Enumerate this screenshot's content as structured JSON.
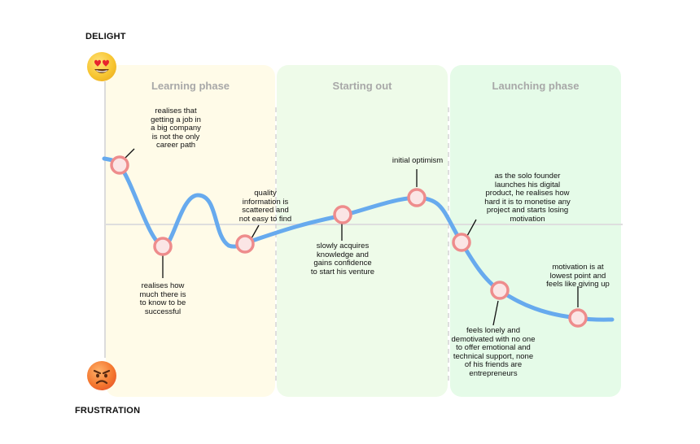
{
  "axis": {
    "top_label": "DELIGHT",
    "bottom_label": "FRUSTRATION"
  },
  "icons": {
    "top": "heart-eyes-emoji",
    "bottom": "angry-face-emoji"
  },
  "colors": {
    "curve": "#67aaee",
    "marker": "#ee8c8c",
    "phase1": "#fffbe8",
    "phase2": "#eefbe9",
    "phase3": "#e5fbe8"
  },
  "phases": [
    {
      "title": "Learning phase"
    },
    {
      "title": "Starting out"
    },
    {
      "title": "Launching phase"
    }
  ],
  "annotations": [
    "realises that\ngetting a job in\na big company\nis not the only\ncareer path",
    "realises how\nmuch there is\nto know to be\nsuccessful",
    "quality\ninformation is\nscattered and\nnot easy to find",
    "slowly acquires\nknowledge and\ngains confidence\nto start his venture",
    "initial optimism",
    "as the solo founder\nlaunches his digital\nproduct, he realises how\nhard it is to monetise any\nproject and starts losing\nmotivation",
    "feels lonely and\ndemotivated with no one\nto offer emotional and\ntechnical support, none\nof his friends are\nentrepreneurs",
    "motivation is at\nlowest point and\nfeels like giving up"
  ]
}
